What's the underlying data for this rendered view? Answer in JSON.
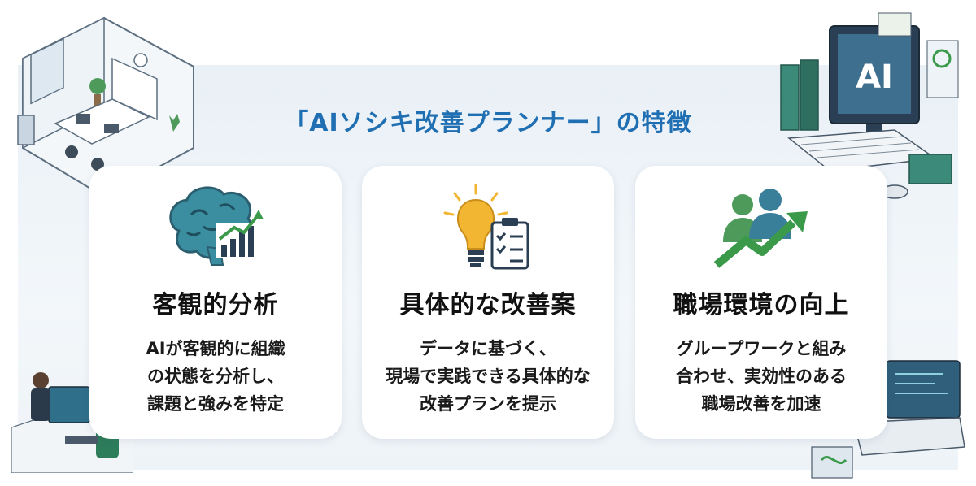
{
  "title": "「AIソシキ改善プランナー」の特徴",
  "cards": [
    {
      "title": "客観的分析",
      "description": [
        "AIが客観的に組織",
        "の状態を分析し、",
        "課題と強みを特定"
      ],
      "icon": "brain-chart-icon"
    },
    {
      "title": "具体的な改善案",
      "description": [
        "データに基づく、",
        "現場で実践できる具体的な",
        "改善プランを提示"
      ],
      "icon": "lightbulb-checklist-icon"
    },
    {
      "title": "職場環境の向上",
      "description": [
        "グループワークと組み",
        "合わせ、実効性のある",
        "職場改善を加速"
      ],
      "icon": "people-growth-icon"
    }
  ],
  "decorations": {
    "monitor_text": "AI"
  },
  "colors": {
    "title": "#1f6fb2",
    "teal": "#2e7d8c",
    "green": "#3a9a4a",
    "bulb": "#f2b632"
  }
}
